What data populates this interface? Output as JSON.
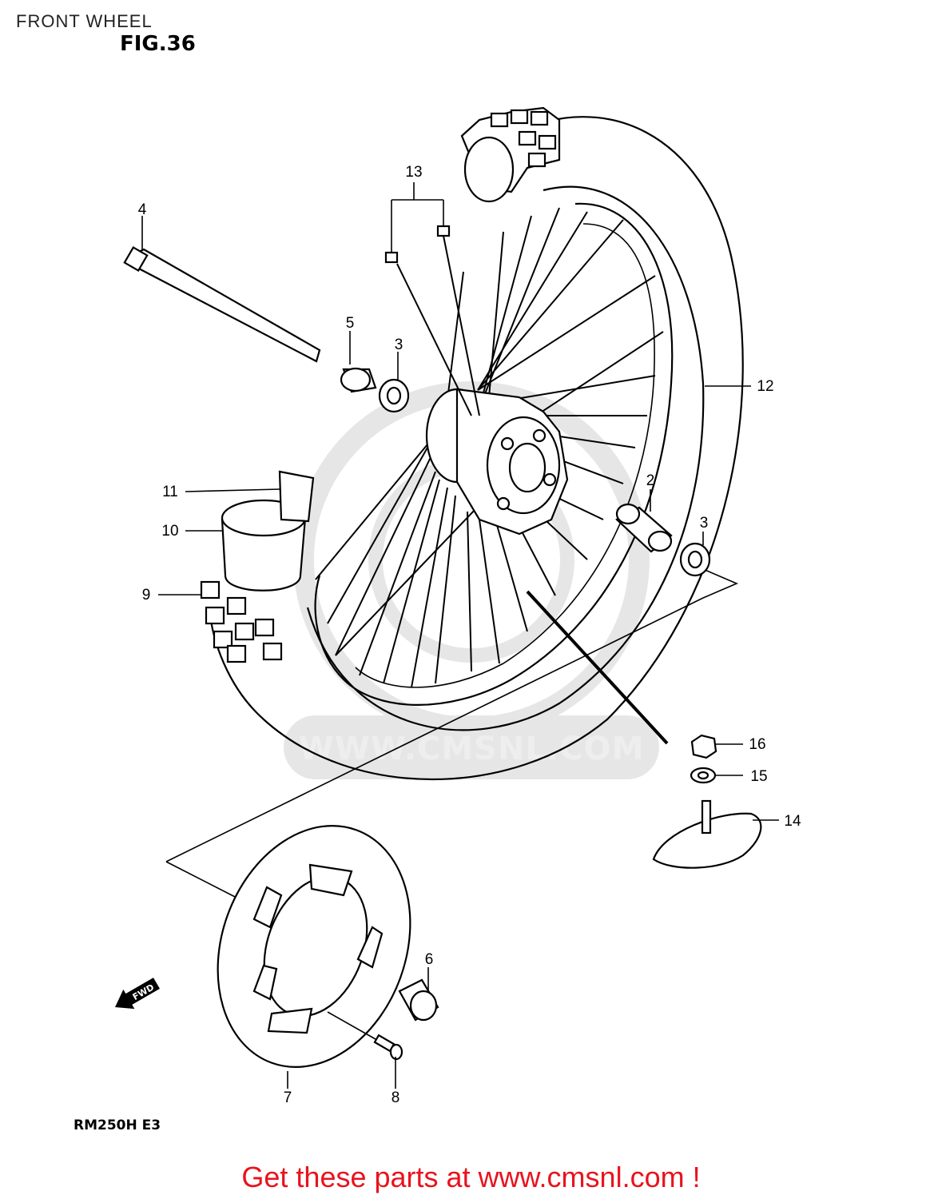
{
  "header": {
    "title": "FRONT WHEEL",
    "figure": "FIG.36"
  },
  "watermark": {
    "text": "WWW.CMSNL.COM"
  },
  "callouts": {
    "c2": "2",
    "c3a": "3",
    "c3b": "3",
    "c4": "4",
    "c5": "5",
    "c6": "6",
    "c7": "7",
    "c8": "8",
    "c9": "9",
    "c10": "10",
    "c11": "11",
    "c12": "12",
    "c13": "13",
    "c14": "14",
    "c15": "15",
    "c16": "16"
  },
  "direction_arrow": "FWD",
  "model": "RM250H E3",
  "footer": {
    "cta": "Get these parts at www.cmsnl.com !"
  },
  "colors": {
    "cta": "#e8131d",
    "line": "#000000",
    "watermark": "#d9d9d9"
  }
}
